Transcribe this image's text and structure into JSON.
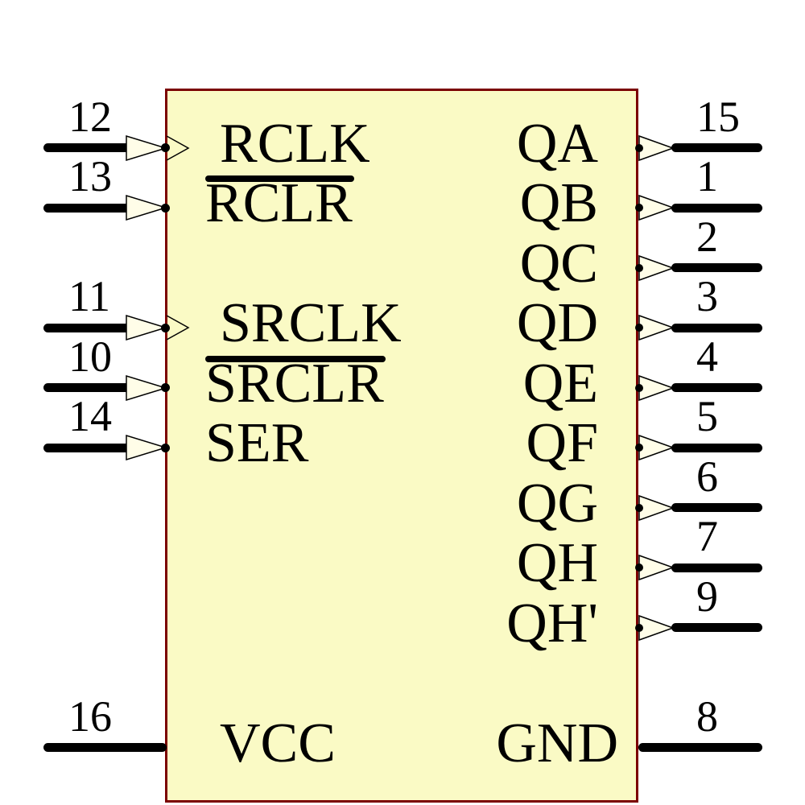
{
  "colors": {
    "background": "#ffffff",
    "body_fill": "#fafac5",
    "body_border": "#7b0000",
    "arrow_fill": "#fffde8",
    "line": "#000000"
  },
  "chip": {
    "left_pins": [
      {
        "number": "12",
        "label": "RCLK",
        "row": 0,
        "clock": true,
        "overline": false,
        "power": false
      },
      {
        "number": "13",
        "label": "RCLR",
        "row": 1,
        "clock": false,
        "overline": true,
        "power": false
      },
      {
        "number": "11",
        "label": "SRCLK",
        "row": 3,
        "clock": true,
        "overline": false,
        "power": false
      },
      {
        "number": "10",
        "label": "SRCLR",
        "row": 4,
        "clock": false,
        "overline": true,
        "power": false
      },
      {
        "number": "14",
        "label": "SER",
        "row": 5,
        "clock": false,
        "overline": false,
        "power": false
      },
      {
        "number": "16",
        "label": "VCC",
        "row": 10,
        "clock": false,
        "overline": false,
        "power": true
      }
    ],
    "right_pins": [
      {
        "number": "15",
        "label": "QA",
        "row": 0,
        "power": false
      },
      {
        "number": "1",
        "label": "QB",
        "row": 1,
        "power": false
      },
      {
        "number": "2",
        "label": "QC",
        "row": 2,
        "power": false
      },
      {
        "number": "3",
        "label": "QD",
        "row": 3,
        "power": false
      },
      {
        "number": "4",
        "label": "QE",
        "row": 4,
        "power": false
      },
      {
        "number": "5",
        "label": "QF",
        "row": 5,
        "power": false
      },
      {
        "number": "6",
        "label": "QG",
        "row": 6,
        "power": false
      },
      {
        "number": "7",
        "label": "QH",
        "row": 7,
        "power": false
      },
      {
        "number": "9",
        "label": "QH'",
        "row": 8,
        "power": false
      },
      {
        "number": "8",
        "label": "GND",
        "row": 10,
        "power": true
      }
    ]
  }
}
